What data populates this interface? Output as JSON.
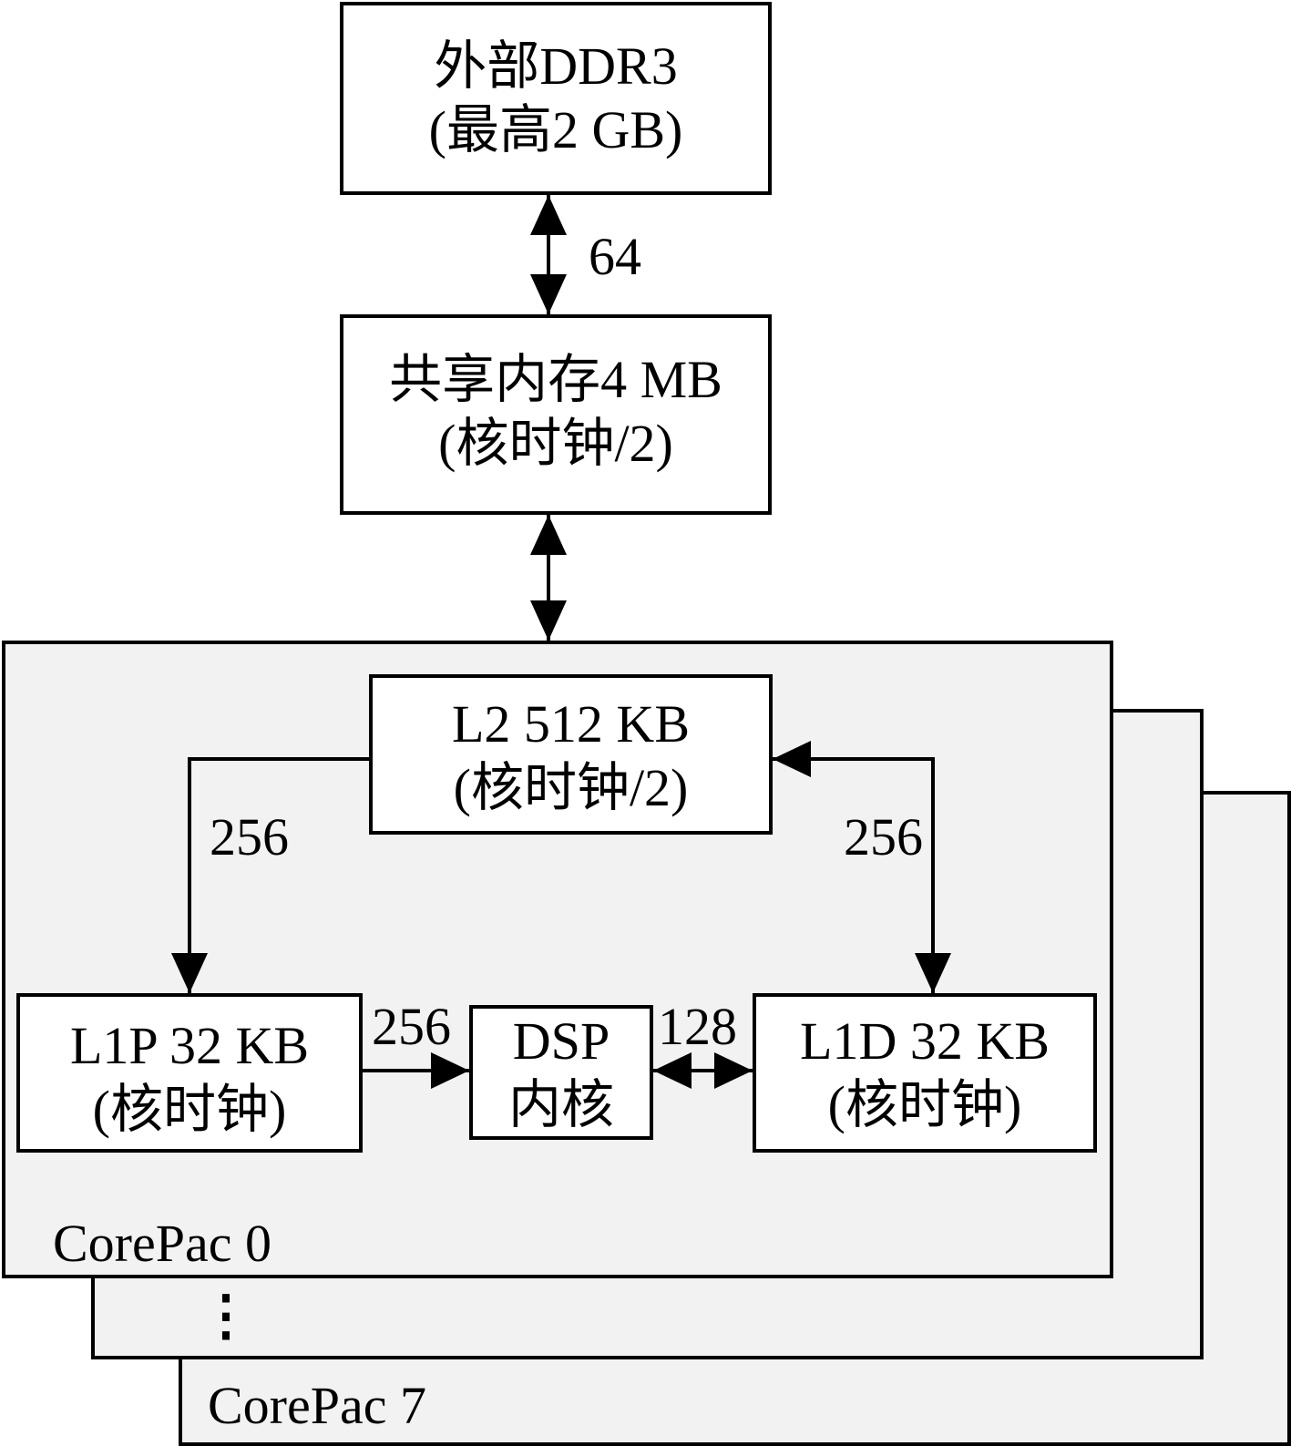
{
  "ddr": {
    "line1": "外部DDR3",
    "line2": "(最高2 GB)"
  },
  "shared": {
    "line1": "共享内存4 MB",
    "line2": "(核时钟/2)"
  },
  "l2": {
    "line1": "L2 512 KB",
    "line2": "(核时钟/2)"
  },
  "l1p": {
    "line1": "L1P 32 KB",
    "line2": "(核时钟)"
  },
  "dsp": {
    "line1": "DSP",
    "line2": "内核"
  },
  "l1d": {
    "line1": "L1D 32 KB",
    "line2": "(核时钟)"
  },
  "bus": {
    "ddr_shared": "64",
    "l2_l1p": "256",
    "l2_l1d": "256",
    "l1p_dsp": "256",
    "dsp_l1d": "128"
  },
  "corepac": {
    "first": "CorePac 0",
    "last": "CorePac 7",
    "ellipsis": "⋮"
  }
}
